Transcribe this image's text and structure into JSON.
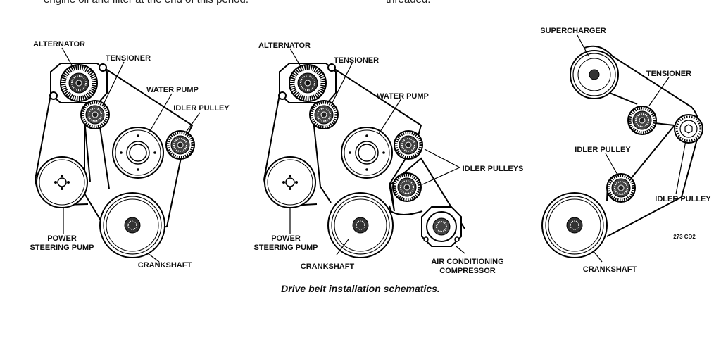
{
  "header": {
    "left_fragment": "engine oil and filter at the end of this period.",
    "right_fragment": "threaded."
  },
  "figures": [
    {
      "labels": {
        "alternator": "ALTERNATOR",
        "tensioner": "TENSIONER",
        "water_pump": "WATER PUMP",
        "idler_pulley": "IDLER PULLEY",
        "power_steering_line1": "POWER",
        "power_steering_line2": "STEERING PUMP",
        "crankshaft": "CRANKSHAFT"
      }
    },
    {
      "labels": {
        "alternator": "ALTERNATOR",
        "tensioner": "TENSIONER",
        "water_pump": "WATER PUMP",
        "idler_pulleys": "IDLER PULLEYS",
        "power_steering_line1": "POWER",
        "power_steering_line2": "STEERING PUMP",
        "crankshaft": "CRANKSHAFT",
        "ac_line1": "AIR CONDITIONING",
        "ac_line2": "COMPRESSOR"
      }
    },
    {
      "labels": {
        "supercharger": "SUPERCHARGER",
        "tensioner": "TENSIONER",
        "idler_pulley_left": "IDLER PULLEY",
        "idler_pulley_right": "IDLER PULLEY",
        "crankshaft": "CRANKSHAFT",
        "code": "273 CD2"
      }
    }
  ],
  "caption": "Drive belt installation schematics."
}
